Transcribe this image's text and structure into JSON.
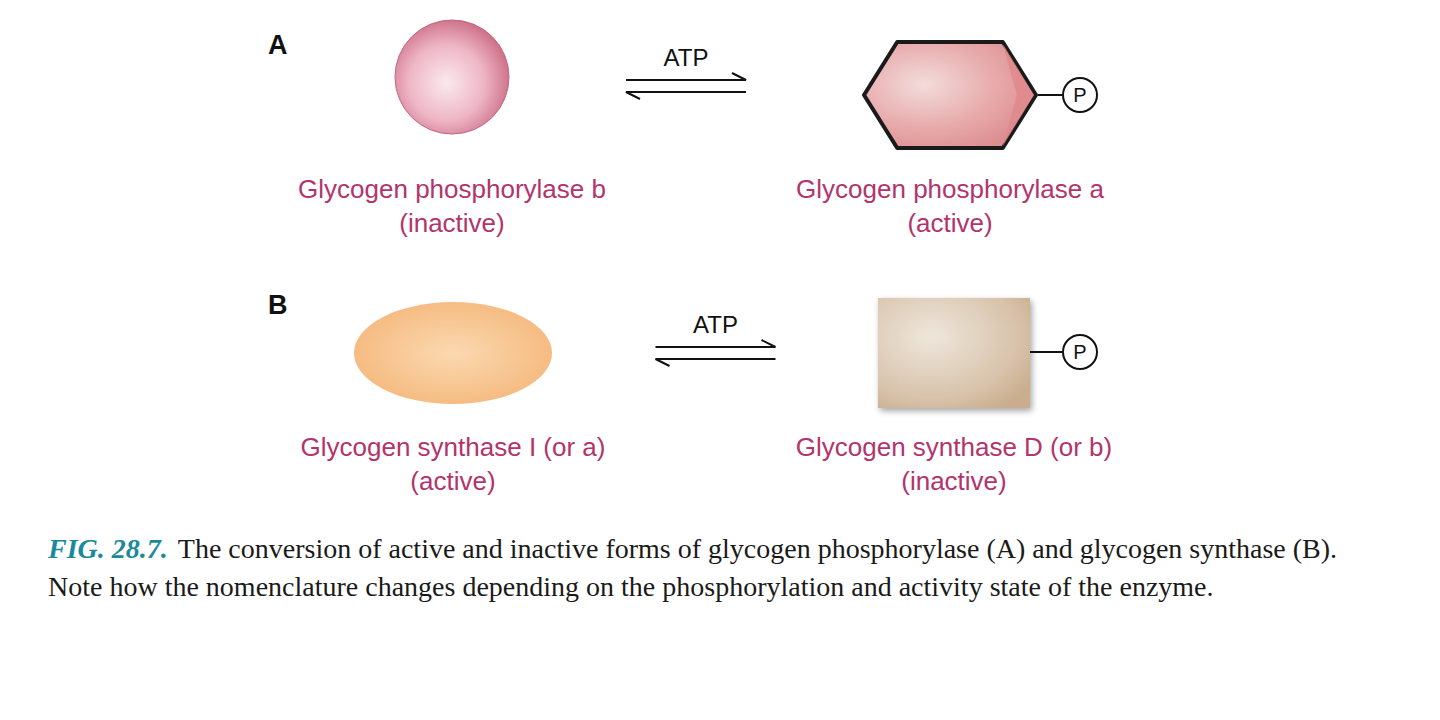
{
  "diagram": {
    "caption": "The conversion of active and inactive forms of glycogen phosphorylase (A) and glycogen synthase (B). Note how the nomenclature changes depending on the phosphorylation and activity state of the enzyme.",
    "nodes": [
      {
        "text": [
          "Glycogen phosphorylase b",
          "(inactive)"
        ]
      },
      {
        "text": [
          "Glycogen phosphorylase a",
          "(active)"
        ]
      },
      {
        "text": [
          "Glycogen synthase I (or a)",
          "(active)"
        ]
      },
      {
        "text": [
          "Glycogen synthase D (or b)",
          "(inactive)"
        ]
      }
    ],
    "edges": [
      {
        "from": 0,
        "to": 1,
        "arrow": "both",
        "label": "ATP"
      },
      {
        "from": 2,
        "to": 3,
        "arrow": "both",
        "label": "ATP"
      }
    ],
    "labels": [
      "A",
      "B",
      "P",
      "P",
      "FIG. 28.7."
    ]
  }
}
